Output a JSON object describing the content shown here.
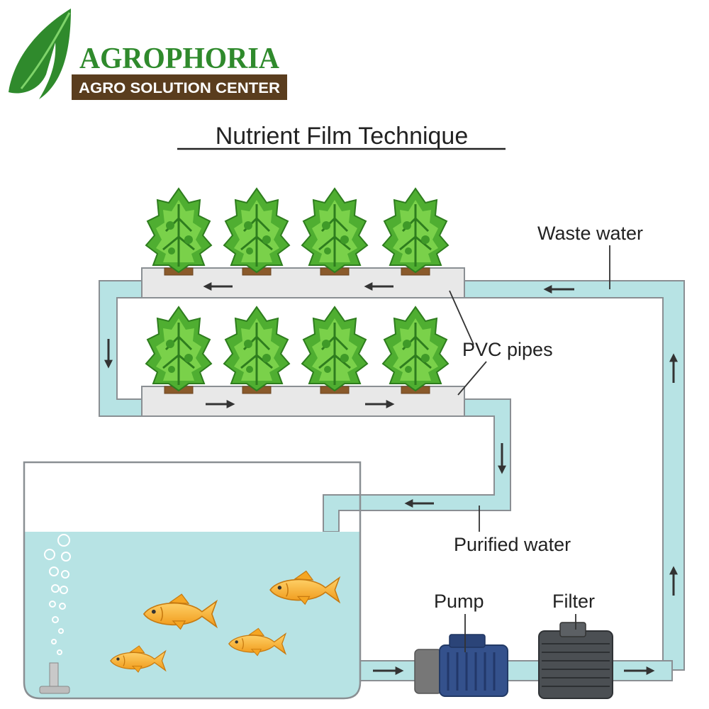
{
  "logo": {
    "name": "AGROPHORIA",
    "tagline": "AGRO SOLUTION CENTER",
    "brand_green": "#2f8a2c",
    "brand_brown": "#5a3d1e"
  },
  "title": "Nutrient Film Technique",
  "labels": {
    "waste_water": "Waste water",
    "pvc_pipes": "PVC pipes",
    "purified_water": "Purified water",
    "pump": "Pump",
    "filter": "Filter"
  },
  "colors": {
    "water": "#b7e3e4",
    "pipe_outline": "#8a8f93",
    "tray": "#e9e9e9",
    "plant_light": "#5cbf3a",
    "plant_dark": "#2e8a22",
    "fish": "#f5a623",
    "pump_body": "#34518c",
    "filter_body": "#4b4f53"
  },
  "icons": {
    "flow_arrow": "arrow-icon",
    "plant": "plant-icon",
    "fish": "fish-icon",
    "bubble": "bubble-icon",
    "aerator": "aerator-icon"
  }
}
